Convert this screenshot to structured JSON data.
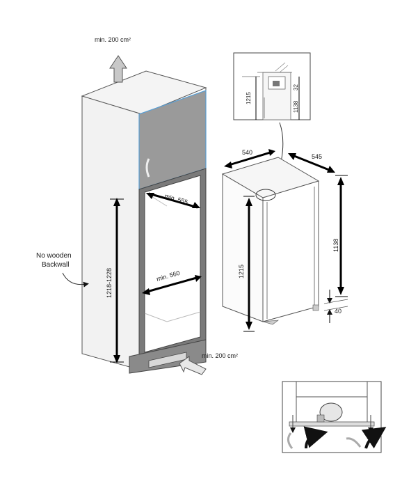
{
  "labels": {
    "vent_top": "min. 200 cm²",
    "vent_bottom": "min. 200 cm²",
    "no_backwall_line1": "No wooden",
    "no_backwall_line2": "Backwall",
    "niche_height": "1218-1228",
    "niche_depth": "min. 555",
    "niche_width": "min. 560",
    "fridge_width": "540",
    "fridge_depth": "545",
    "fridge_height": "1215",
    "fridge_body_height": "1138",
    "fridge_feet": "40",
    "detail_height": "1215",
    "detail_body": "1138",
    "detail_gap": "32"
  },
  "colors": {
    "cabinet_panel": "#9a9a9a",
    "cabinet_edge": "#5a9fd4",
    "outline": "#333333"
  }
}
